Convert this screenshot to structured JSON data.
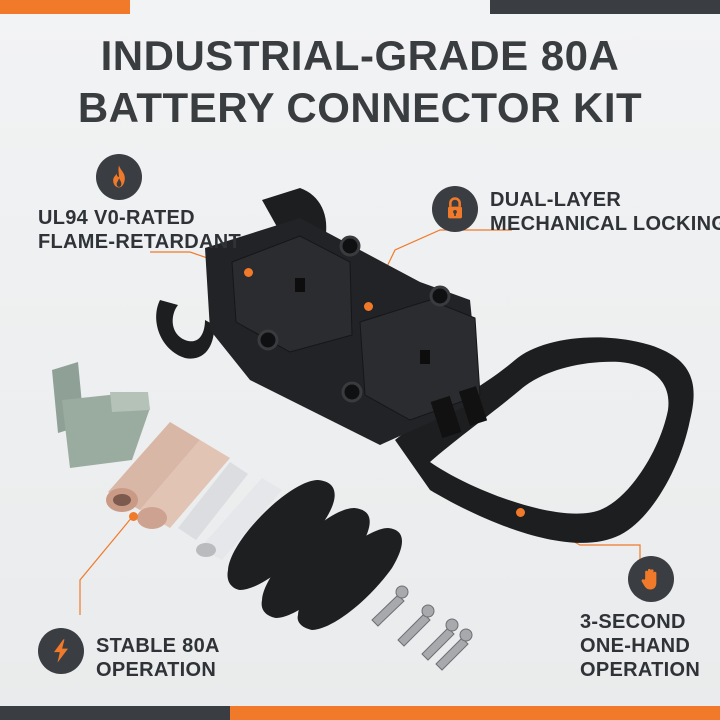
{
  "title": {
    "line1": "INDUSTRIAL-GRADE 80A",
    "line2": "BATTERY CONNECTOR KIT"
  },
  "features": {
    "flame": {
      "line1": "UL94 V0-RATED",
      "line2": "FLAME-RETARDANT",
      "icon": "flame-icon"
    },
    "lock": {
      "line1": "DUAL-LAYER",
      "line2": "MECHANICAL LOCKING",
      "icon": "lock-icon"
    },
    "stable": {
      "line1": "STABLE 80A",
      "line2": "OPERATION",
      "icon": "lightning-icon"
    },
    "hand": {
      "line1": "3-SECOND",
      "line2": "ONE-HAND",
      "line3": "OPERATION",
      "icon": "hand-icon"
    }
  },
  "colors": {
    "accent": "#f07a2a",
    "dark": "#3a3d42",
    "text": "#2f3236"
  }
}
